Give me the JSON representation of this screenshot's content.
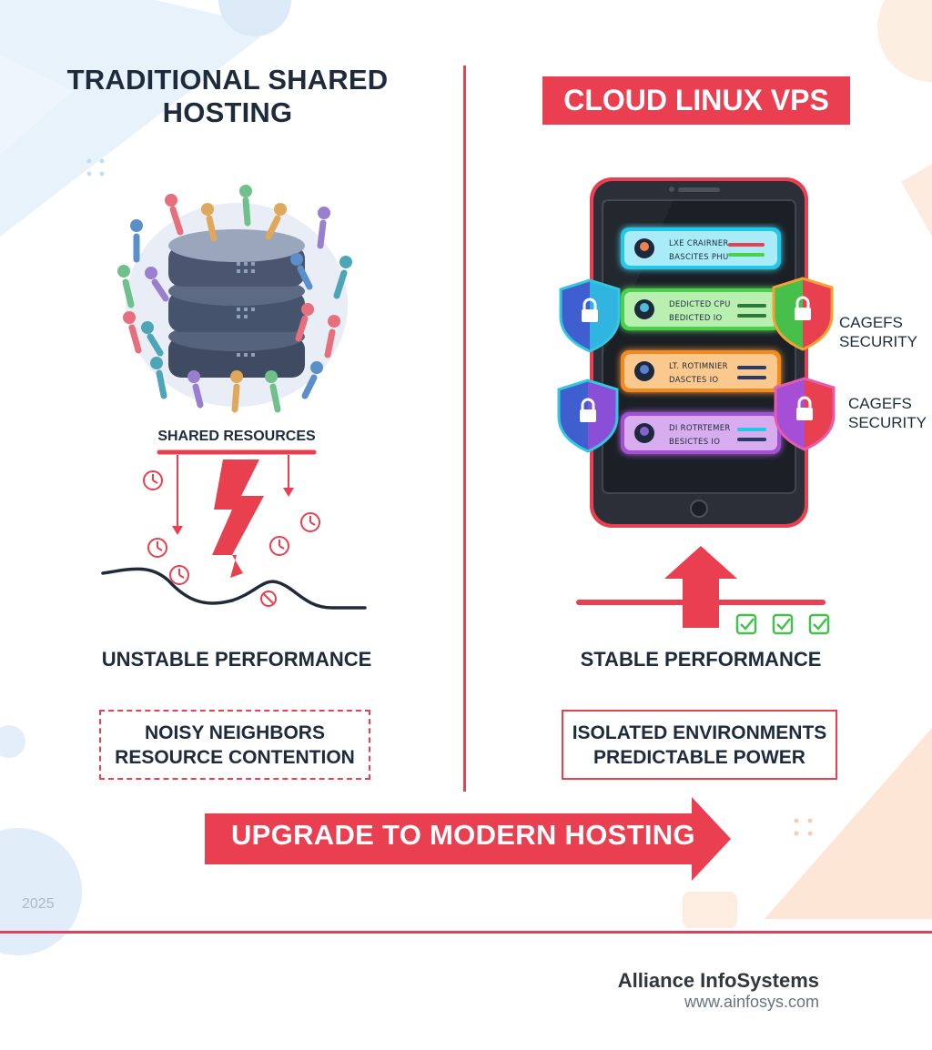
{
  "left": {
    "title_line1": "TRADITIONAL SHARED",
    "title_line2": "HOSTING",
    "shared_label": "SHARED RESOURCES",
    "performance_label": "UNSTABLE PERFORMANCE",
    "box_line1": "NOISY NEIGHBORS",
    "box_line2": "RESOURCE CONTENTION"
  },
  "right": {
    "title": "CLOUD LINUX VPS",
    "vms": [
      {
        "line1": "LXE CRAIRNER",
        "line2": "BASCITES PHU",
        "color": "#22c8e8"
      },
      {
        "line1": "DEDICTED CPU",
        "line2": "BEDICTED IO",
        "color": "#46d24a"
      },
      {
        "line1": "LT. ROTIMNIER",
        "line2": "DASCTES IO",
        "color": "#f58a1f"
      },
      {
        "line1": "DI ROTRTEMER",
        "line2": "BESICTES IO",
        "color": "#a44fd6"
      }
    ],
    "security_labels": [
      {
        "line1": "CAGEFS",
        "line2": "SECURITY"
      },
      {
        "line1": "CAGEFS",
        "line2": "SECURITY"
      }
    ],
    "performance_label": "STABLE PERFORMANCE",
    "box_line1": "ISOLATED ENVIRONMENTS",
    "box_line2": "PREDICTABLE POWER"
  },
  "cta": "UPGRADE TO MODERN HOSTING",
  "year": "2025",
  "footer": {
    "company": "Alliance InfoSystems",
    "website": "www.ainfosys.com"
  },
  "colors": {
    "accent": "#ea3f50",
    "text": "#1e2b3c",
    "server": "#4a5670"
  },
  "icons": [
    "server-icon",
    "people-crowd-icon",
    "clock-icon",
    "lightning-icon",
    "tablet-icon",
    "shield-lock-icon",
    "checkmark-icon",
    "arrow-up-icon",
    "arrow-right-icon"
  ]
}
